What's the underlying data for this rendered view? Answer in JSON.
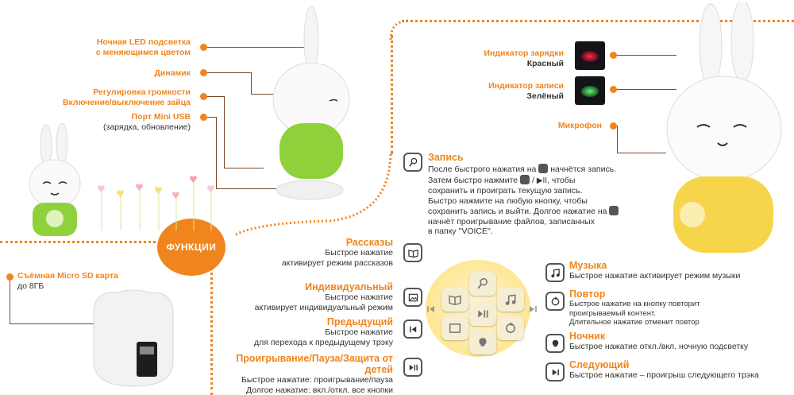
{
  "labels": {
    "led": [
      "Ночная LED подсветка",
      "с меняющимся цветом"
    ],
    "speaker": "Динамик",
    "volume": [
      "Регулировка громкости",
      "Включение/выключение зайца"
    ],
    "usb": "Порт Mini USB",
    "usb_sub": "(зарядка, обновление)",
    "sd": "Съёмная Micro SD карта",
    "sd_sub": "до 8ГБ",
    "charge": "Индикатор зарядки",
    "charge_sub": "Красный",
    "record_ind": "Индикатор записи",
    "record_ind_sub": "Зелёный",
    "mic": "Микрофон",
    "functions_badge": "ФУНКЦИИ"
  },
  "record": {
    "title": "Запись",
    "lines": [
      "После быстрого нажатия на",
      "начнётся запись.",
      "Затем быстро нажмите",
      "/",
      ", чтобы",
      "сохранить и проиграть текущую запись.",
      "Быстро нажмите на любую кнопку, чтобы",
      "сохранить запись и выйти. Долгое нажатие на",
      "начнёт проигрывание файлов, записанных",
      "в папку \"VOICE\"."
    ]
  },
  "left_functions": [
    {
      "title": "Рассказы",
      "lines": [
        "Быстрое нажатие",
        "активирует режим рассказов"
      ],
      "icon": "book-icon"
    },
    {
      "title": "Индивидуальный",
      "lines": [
        "Быстрое нажатие",
        "активирует индивидуальный режим"
      ],
      "icon": "picture-icon"
    },
    {
      "title": "Предыдущий",
      "lines": [
        "Быстрое нажатие",
        "для перехода к предыдущему трэку"
      ],
      "icon": "previous-icon"
    },
    {
      "title": "Проигрывание/Пауза/Защита от детей",
      "lines": [
        "Быстрое нажатие: проигрывание/пауза",
        "Долгое нажатие: вкл./откл. все кнопки"
      ],
      "icon": "play-pause-icon"
    }
  ],
  "right_functions": [
    {
      "title": "Музыка",
      "lines": [
        "Быстрое нажатие активирует режим музыки"
      ],
      "icon": "music-icon"
    },
    {
      "title": "Повтор",
      "lines": [
        "Быстрое нажатие на кнопку повторит",
        "проигрываемый контент.",
        "Длительное нажатие отменит повтор"
      ],
      "icon": "repeat-icon"
    },
    {
      "title": "Ночник",
      "lines": [
        "Быстрое нажатие откл./вкл. ночную подсветку"
      ],
      "icon": "nightlight-icon"
    },
    {
      "title": "Следующий",
      "lines": [
        "Быстрое нажатие – проигрыш следующего трэка"
      ],
      "icon": "next-icon"
    }
  ],
  "colors": {
    "accent": "#f0851e",
    "green": "#8fd13a",
    "yellow": "#f7d54a"
  }
}
